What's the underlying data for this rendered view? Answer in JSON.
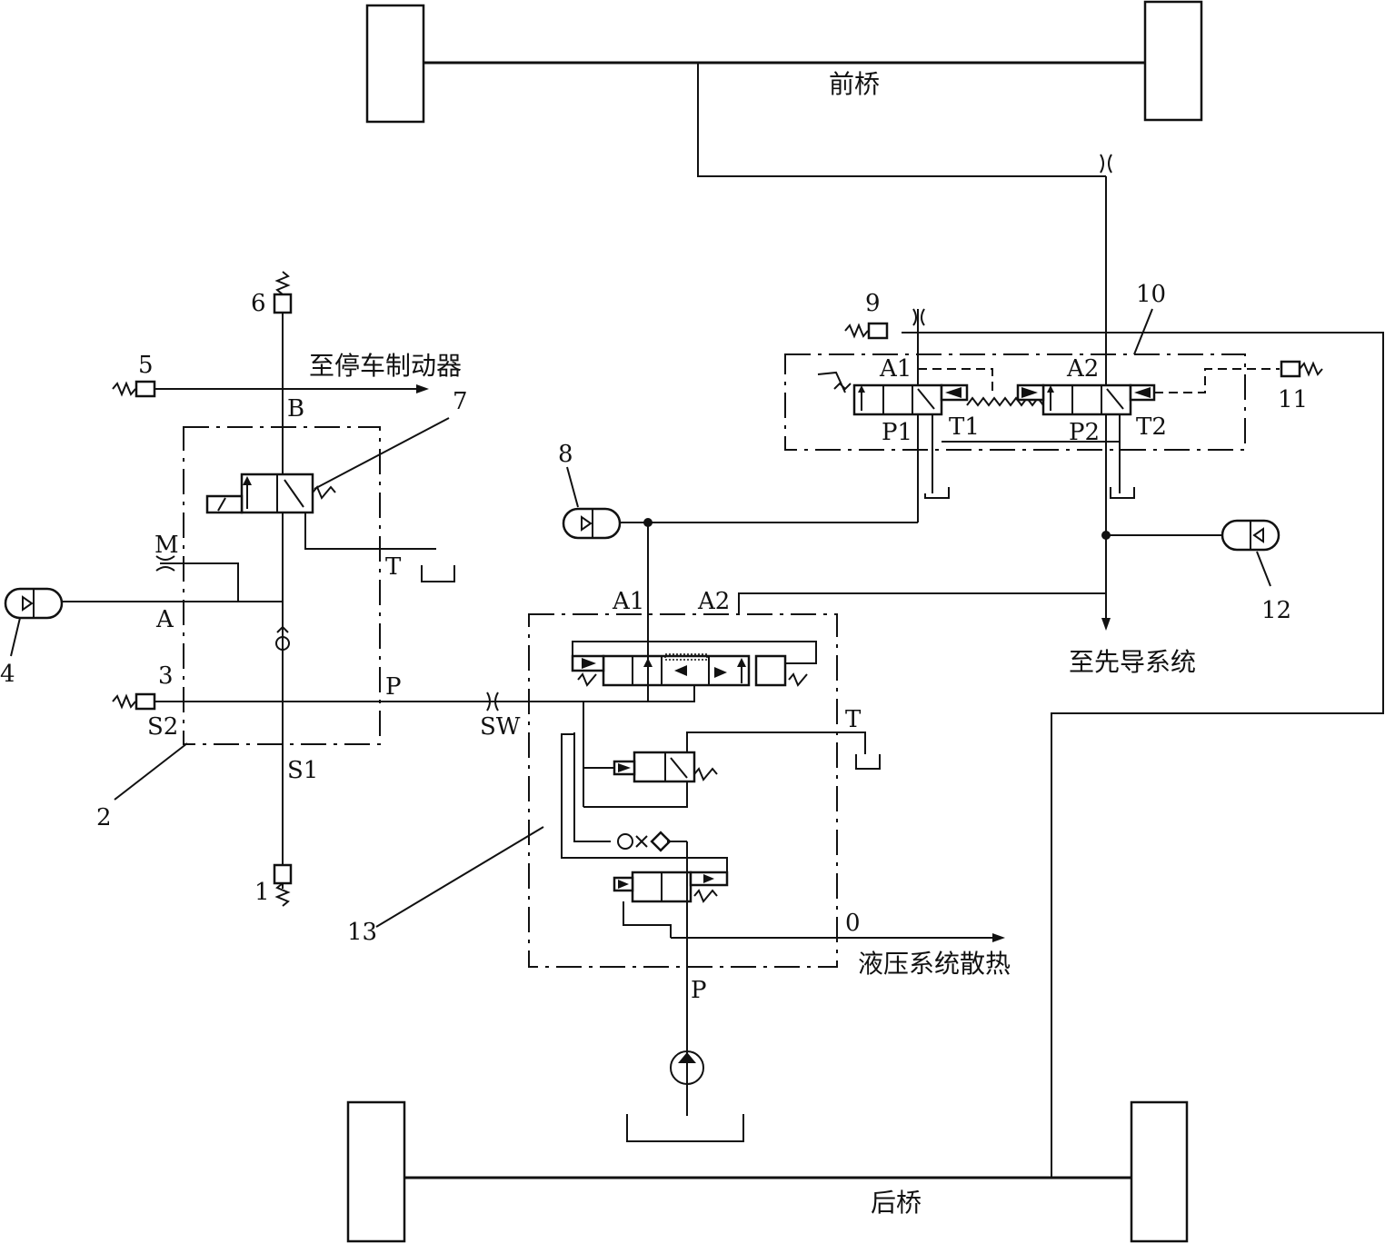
{
  "labels": {
    "front_axle": "前桥",
    "rear_axle": "后桥",
    "to_parking_brake": "至停车制动器",
    "to_pilot_system": "至先导系统",
    "hydraulic_cooling": "液压系统散热"
  },
  "component_numbers": {
    "n1": "1",
    "n2": "2",
    "n3": "3",
    "n4": "4",
    "n5": "5",
    "n6": "6",
    "n7": "7",
    "n8": "8",
    "n9": "9",
    "n10": "10",
    "n11": "11",
    "n12": "12",
    "n13": "13"
  },
  "port_labels": {
    "B": "B",
    "M": "M",
    "A": "A",
    "P": "P",
    "T": "T",
    "S1": "S1",
    "S2": "S2",
    "SW": "SW",
    "A1": "A1",
    "A2": "A2",
    "P1": "P1",
    "P2": "P2",
    "T1": "T1",
    "T2": "T2",
    "zero": "0",
    "pump_P": "P",
    "valve_A1": "A1",
    "valve_A2": "A2",
    "valve_T": "T"
  }
}
